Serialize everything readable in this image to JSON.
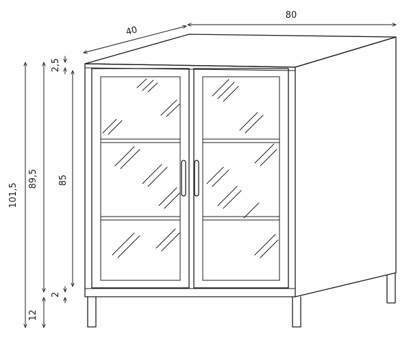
{
  "dimensions": {
    "depth": "40",
    "width": "80",
    "total_height": "101,5",
    "body_height": "89,5",
    "door_height": "85",
    "top_thickness": "2,5",
    "bottom_rail": "2",
    "leg_height": "12"
  },
  "colors": {
    "stroke": "#1a1a1a",
    "background": "#ffffff"
  }
}
